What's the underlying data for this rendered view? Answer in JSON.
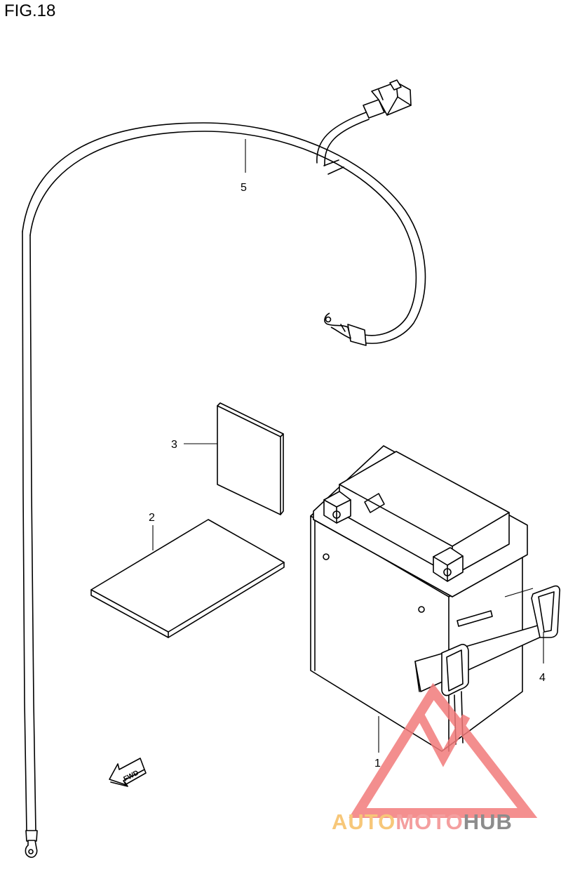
{
  "figure": {
    "title": "FIG.18"
  },
  "callouts": [
    {
      "id": "1",
      "label": "1"
    },
    {
      "id": "2",
      "label": "2"
    },
    {
      "id": "3",
      "label": "3"
    },
    {
      "id": "4",
      "label": "4"
    },
    {
      "id": "5",
      "label": "5"
    }
  ],
  "direction_marker": {
    "label": "FWD"
  },
  "watermark": {
    "part1": "AUTO",
    "part2": "MOTO",
    "part3": "HUB",
    "colors": {
      "auto": "#f7c779",
      "moto": "#f49f9f",
      "hub": "#8c8c8c",
      "triangle": "#f27b7b"
    }
  }
}
